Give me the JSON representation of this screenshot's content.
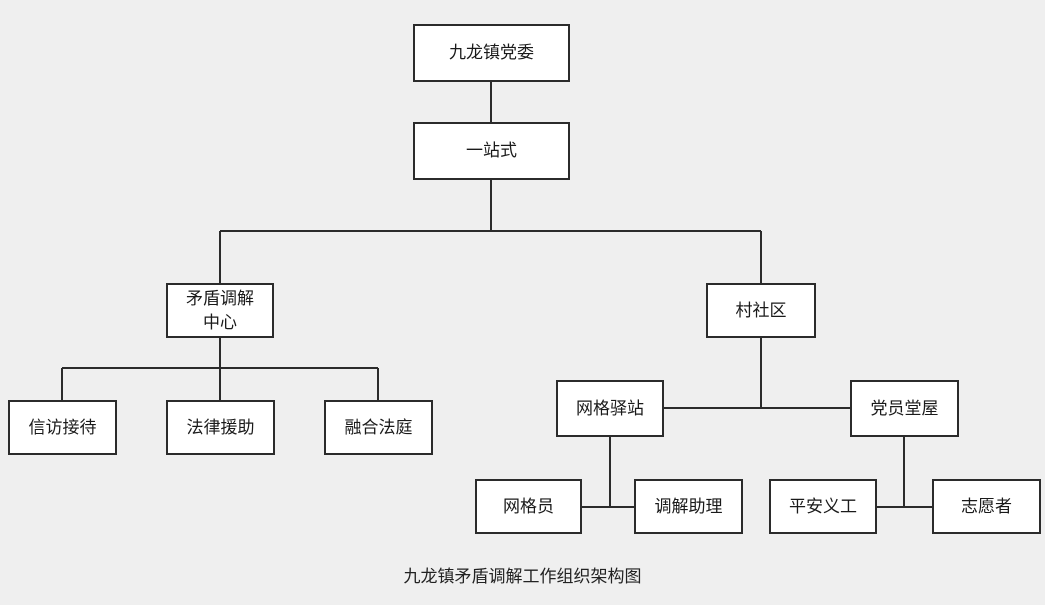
{
  "nodes": {
    "party_committee": "九龙镇党委",
    "one_stop": "一站式",
    "mediation_center": "矛盾调解\n中心",
    "village_community": "村社区",
    "petition_reception": "信访接待",
    "legal_aid": "法律援助",
    "integrated_court": "融合法庭",
    "grid_station": "网格驿站",
    "party_house": "党员堂屋",
    "grid_member": "网格员",
    "mediation_assistant": "调解助理",
    "peace_volunteer": "平安义工",
    "volunteer": "志愿者"
  },
  "caption": "九龙镇矛盾调解工作组织架构图",
  "colors": {
    "background": "#efefef",
    "box_fill": "#ffffff",
    "line": "#2b2b2b"
  }
}
